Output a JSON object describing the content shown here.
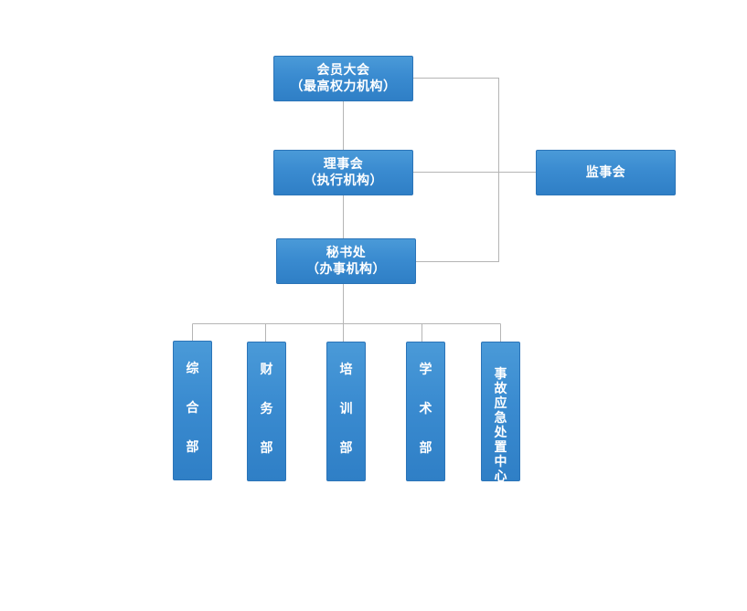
{
  "nodes": {
    "general_assembly": {
      "line1": "会员大会",
      "line2": "（最高权力机构）"
    },
    "council": {
      "line1": "理事会",
      "line2": "（执行机构）"
    },
    "secretariat": {
      "line1": "秘书处",
      "line2": "（办事机构）"
    },
    "supervisory_board": {
      "label": "监事会"
    }
  },
  "departments": [
    {
      "label": "综合部"
    },
    {
      "label": "财务部"
    },
    {
      "label": "培训部"
    },
    {
      "label": "学术部"
    },
    {
      "label": "事故应急处置中心"
    }
  ],
  "colors": {
    "box_fill": "#3a8bd0",
    "box_border": "#2b74b8",
    "connector": "#aaaaaa",
    "text": "#ffffff"
  }
}
